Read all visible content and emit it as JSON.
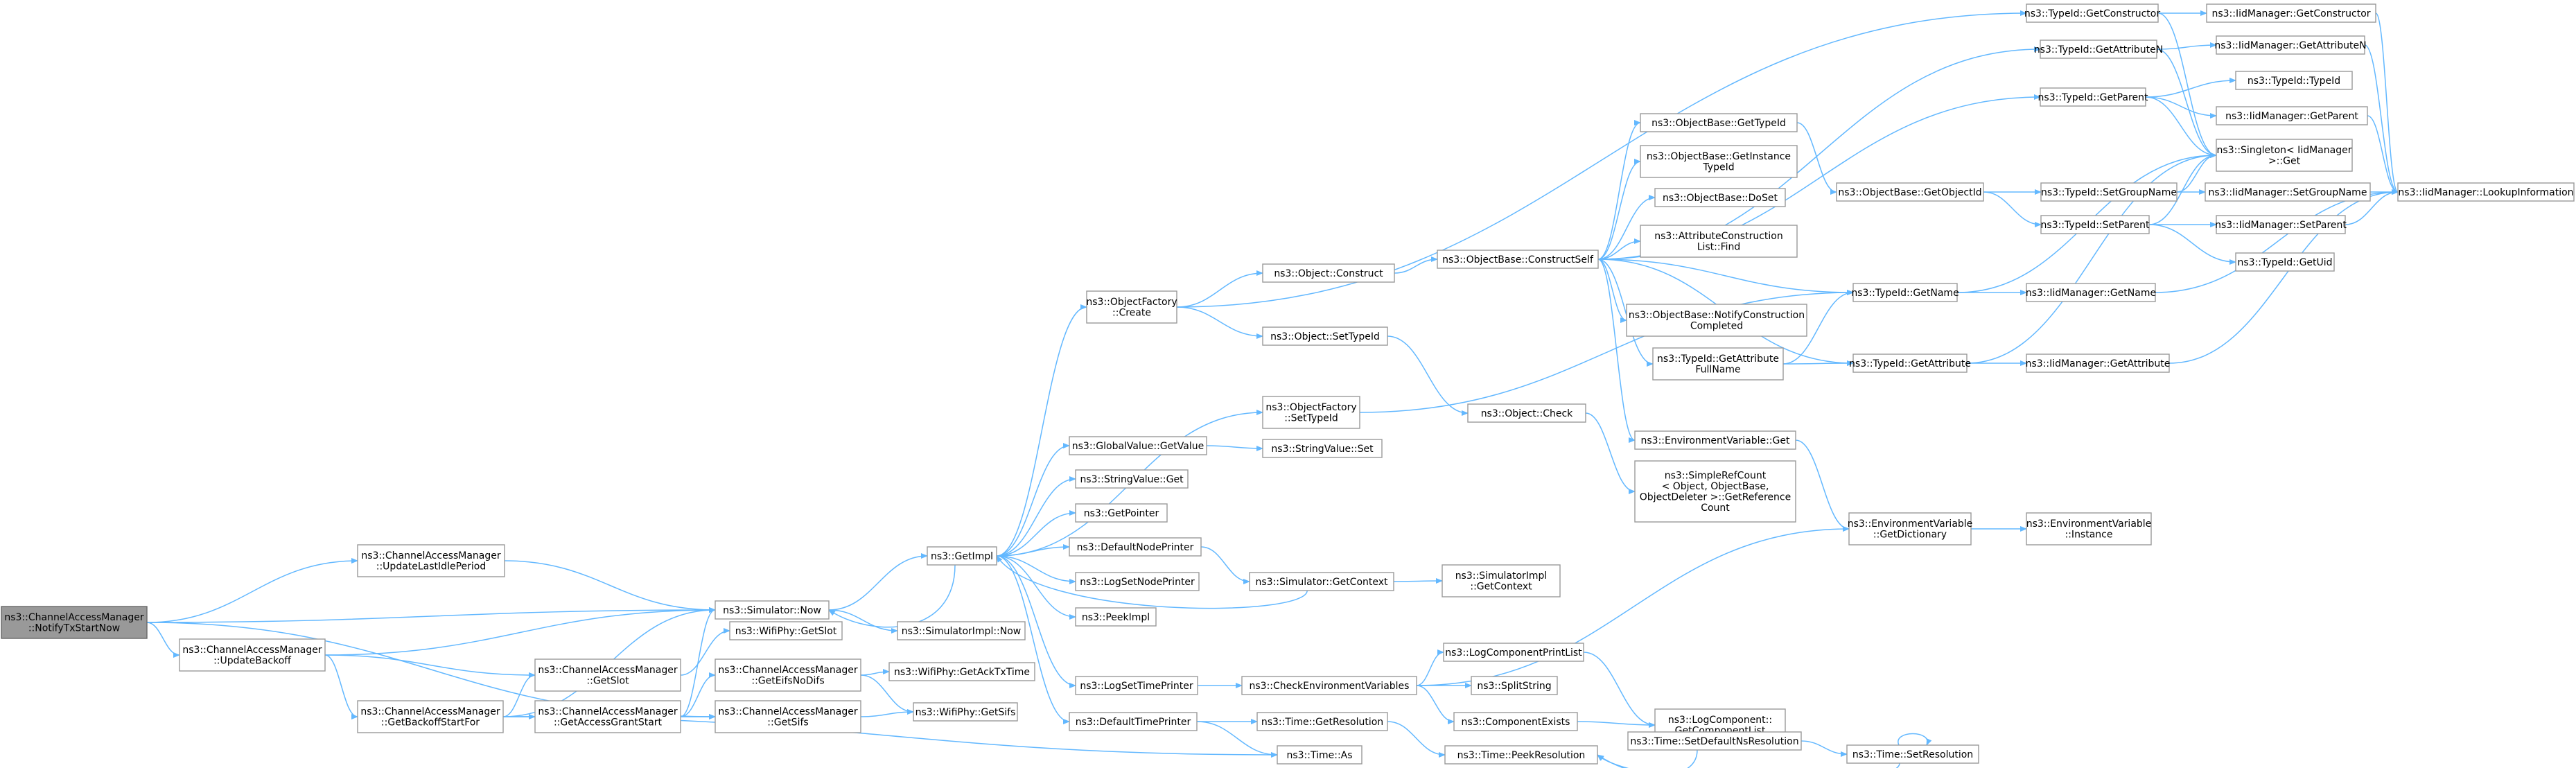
{
  "colors": {
    "edge": "#63b8ff",
    "node_border": "#999999",
    "root_fill": "#999999",
    "node_fill": "#ffffff"
  },
  "nodes": [
    {
      "id": "n0",
      "lines": [
        "ns3::ChannelAccessManager",
        "::NotifyTxStartNow"
      ],
      "root": true
    },
    {
      "id": "n1",
      "lines": [
        "ns3::ChannelAccessManager",
        "::UpdateLastIdlePeriod"
      ]
    },
    {
      "id": "n2",
      "lines": [
        "ns3::Simulator::Now"
      ]
    },
    {
      "id": "n3",
      "lines": [
        "ns3::ChannelAccessManager",
        "::UpdateBackoff"
      ]
    },
    {
      "id": "n4",
      "lines": [
        "ns3::ChannelAccessManager",
        "::GetBackoffStartFor"
      ]
    },
    {
      "id": "n5",
      "lines": [
        "ns3::ChannelAccessManager",
        "::GetSlot"
      ]
    },
    {
      "id": "n6",
      "lines": [
        "ns3::ChannelAccessManager",
        "::GetAccessGrantStart"
      ]
    },
    {
      "id": "n7",
      "lines": [
        "ns3::ChannelAccessManager",
        "::GetSifs"
      ]
    },
    {
      "id": "n8",
      "lines": [
        "ns3::Time::As"
      ]
    },
    {
      "id": "n9",
      "lines": [
        "ns3::WifiPhy::GetSlot"
      ]
    },
    {
      "id": "n10",
      "lines": [
        "ns3::ChannelAccessManager",
        "::GetEifsNoDifs"
      ]
    },
    {
      "id": "n11",
      "lines": [
        "ns3::WifiPhy::GetAckTxTime"
      ]
    },
    {
      "id": "n12",
      "lines": [
        "ns3::WifiPhy::GetSifs"
      ]
    },
    {
      "id": "n13",
      "lines": [
        "ns3::GetImpl"
      ]
    },
    {
      "id": "n14",
      "lines": [
        "ns3::SimulatorImpl::Now"
      ]
    },
    {
      "id": "n15",
      "lines": [
        "ns3::ObjectFactory",
        "::Create"
      ]
    },
    {
      "id": "n16",
      "lines": [
        "ns3::ObjectFactory",
        "::SetTypeId"
      ]
    },
    {
      "id": "n17",
      "lines": [
        "ns3::GlobalValue::GetValue"
      ]
    },
    {
      "id": "n18",
      "lines": [
        "ns3::StringValue::Get"
      ]
    },
    {
      "id": "n19",
      "lines": [
        "ns3::GetPointer"
      ]
    },
    {
      "id": "n20",
      "lines": [
        "ns3::DefaultNodePrinter"
      ]
    },
    {
      "id": "n21",
      "lines": [
        "ns3::LogSetNodePrinter"
      ]
    },
    {
      "id": "n22",
      "lines": [
        "ns3::PeekImpl"
      ]
    },
    {
      "id": "n23",
      "lines": [
        "ns3::LogSetTimePrinter"
      ]
    },
    {
      "id": "n24",
      "lines": [
        "ns3::DefaultTimePrinter"
      ]
    },
    {
      "id": "n25",
      "lines": [
        "ns3::Object::Construct"
      ]
    },
    {
      "id": "n26",
      "lines": [
        "ns3::Object::SetTypeId"
      ]
    },
    {
      "id": "n27",
      "lines": [
        "ns3::StringValue::Set"
      ]
    },
    {
      "id": "n28",
      "lines": [
        "ns3::Simulator::GetContext"
      ]
    },
    {
      "id": "n29",
      "lines": [
        "ns3::CheckEnvironmentVariables"
      ]
    },
    {
      "id": "n30",
      "lines": [
        "ns3::Time::GetResolution"
      ]
    },
    {
      "id": "n31",
      "lines": [
        "ns3::ObjectBase::ConstructSelf"
      ]
    },
    {
      "id": "n32",
      "lines": [
        "ns3::Object::Check"
      ]
    },
    {
      "id": "n33",
      "lines": [
        "ns3::SimulatorImpl",
        "::GetContext"
      ]
    },
    {
      "id": "n34",
      "lines": [
        "ns3::LogComponentPrintList"
      ]
    },
    {
      "id": "n35",
      "lines": [
        "ns3::SplitString"
      ]
    },
    {
      "id": "n36",
      "lines": [
        "ns3::ComponentExists"
      ]
    },
    {
      "id": "n37",
      "lines": [
        "ns3::Time::PeekResolution"
      ]
    },
    {
      "id": "n38",
      "lines": [
        "ns3::ObjectBase::GetTypeId"
      ]
    },
    {
      "id": "n39",
      "lines": [
        "ns3::ObjectBase::GetInstance",
        "TypeId"
      ]
    },
    {
      "id": "n40",
      "lines": [
        "ns3::ObjectBase::DoSet"
      ]
    },
    {
      "id": "n41",
      "lines": [
        "ns3::AttributeConstruction",
        "List::Find"
      ]
    },
    {
      "id": "n42",
      "lines": [
        "ns3::ObjectBase::NotifyConstruction",
        "Completed"
      ]
    },
    {
      "id": "n43",
      "lines": [
        "ns3::TypeId::GetAttribute",
        "FullName"
      ]
    },
    {
      "id": "n44",
      "lines": [
        "ns3::EnvironmentVariable::Get"
      ]
    },
    {
      "id": "n45",
      "lines": [
        "ns3::SimpleRefCount",
        "< Object, ObjectBase,",
        "ObjectDeleter >::GetReference",
        "Count"
      ]
    },
    {
      "id": "n46",
      "lines": [
        "ns3::LogComponent::",
        "GetComponentList"
      ]
    },
    {
      "id": "n47",
      "lines": [
        "ns3::TypeId::GetConstructor"
      ]
    },
    {
      "id": "n48",
      "lines": [
        "ns3::TypeId::GetAttributeN"
      ]
    },
    {
      "id": "n49",
      "lines": [
        "ns3::TypeId::GetParent"
      ]
    },
    {
      "id": "n50",
      "lines": [
        "ns3::ObjectBase::GetObjectId"
      ]
    },
    {
      "id": "n51",
      "lines": [
        "ns3::TypeId::GetName"
      ]
    },
    {
      "id": "n52",
      "lines": [
        "ns3::TypeId::GetAttribute"
      ]
    },
    {
      "id": "n53",
      "lines": [
        "ns3::EnvironmentVariable",
        "::GetDictionary"
      ]
    },
    {
      "id": "n54",
      "lines": [
        "ns3::Time::SetDefaultNsResolution"
      ]
    },
    {
      "id": "n55",
      "lines": [
        "ns3::Time::SetResolution"
      ]
    },
    {
      "id": "n56",
      "lines": [
        "ns3::TypeId::SetGroupName"
      ]
    },
    {
      "id": "n57",
      "lines": [
        "ns3::TypeId::SetParent"
      ]
    },
    {
      "id": "n58",
      "lines": [
        "ns3::IidManager::GetName"
      ]
    },
    {
      "id": "n59",
      "lines": [
        "ns3::IidManager::GetAttribute"
      ]
    },
    {
      "id": "n60",
      "lines": [
        "ns3::EnvironmentVariable",
        "::Instance"
      ]
    },
    {
      "id": "n61",
      "lines": [
        "ns3::IidManager::GetConstructor"
      ]
    },
    {
      "id": "n62",
      "lines": [
        "ns3::IidManager::GetAttributeN"
      ]
    },
    {
      "id": "n63",
      "lines": [
        "ns3::TypeId::TypeId"
      ]
    },
    {
      "id": "n64",
      "lines": [
        "ns3::IidManager::GetParent"
      ]
    },
    {
      "id": "n65",
      "lines": [
        "ns3::Singleton< IidManager",
        ">::Get"
      ]
    },
    {
      "id": "n66",
      "lines": [
        "ns3::IidManager::SetGroupName"
      ]
    },
    {
      "id": "n67",
      "lines": [
        "ns3::IidManager::SetParent"
      ]
    },
    {
      "id": "n68",
      "lines": [
        "ns3::TypeId::GetUid"
      ]
    },
    {
      "id": "n69",
      "lines": [
        "ns3::IidManager::LookupInformation"
      ]
    }
  ],
  "edges": [
    [
      "n0",
      "n1"
    ],
    [
      "n0",
      "n2"
    ],
    [
      "n0",
      "n3"
    ],
    [
      "n0",
      "n7"
    ],
    [
      "n1",
      "n2"
    ],
    [
      "n3",
      "n2"
    ],
    [
      "n3",
      "n4"
    ],
    [
      "n3",
      "n5"
    ],
    [
      "n4",
      "n2"
    ],
    [
      "n4",
      "n5"
    ],
    [
      "n4",
      "n6"
    ],
    [
      "n4",
      "n7"
    ],
    [
      "n4",
      "n8"
    ],
    [
      "n5",
      "n9"
    ],
    [
      "n6",
      "n2"
    ],
    [
      "n6",
      "n10"
    ],
    [
      "n6",
      "n7"
    ],
    [
      "n7",
      "n12"
    ],
    [
      "n10",
      "n11"
    ],
    [
      "n10",
      "n12"
    ],
    [
      "n2",
      "n13"
    ],
    [
      "n2",
      "n14"
    ],
    [
      "n13",
      "n15"
    ],
    [
      "n13",
      "n16"
    ],
    [
      "n13",
      "n17"
    ],
    [
      "n13",
      "n18"
    ],
    [
      "n13",
      "n19"
    ],
    [
      "n13",
      "n20"
    ],
    [
      "n13",
      "n21"
    ],
    [
      "n13",
      "n22"
    ],
    [
      "n13",
      "n23"
    ],
    [
      "n13",
      "n24"
    ],
    [
      "n13",
      "n2"
    ],
    [
      "n15",
      "n47"
    ],
    [
      "n15",
      "n25"
    ],
    [
      "n15",
      "n26"
    ],
    [
      "n16",
      "n51"
    ],
    [
      "n17",
      "n27"
    ],
    [
      "n20",
      "n28"
    ],
    [
      "n23",
      "n29"
    ],
    [
      "n24",
      "n30"
    ],
    [
      "n24",
      "n8"
    ],
    [
      "n28",
      "n13"
    ],
    [
      "n28",
      "n33"
    ],
    [
      "n29",
      "n53"
    ],
    [
      "n29",
      "n34"
    ],
    [
      "n29",
      "n35"
    ],
    [
      "n29",
      "n36"
    ],
    [
      "n30",
      "n37"
    ],
    [
      "n25",
      "n31"
    ],
    [
      "n26",
      "n32"
    ],
    [
      "n32",
      "n45"
    ],
    [
      "n31",
      "n48"
    ],
    [
      "n31",
      "n49"
    ],
    [
      "n31",
      "n38"
    ],
    [
      "n31",
      "n39"
    ],
    [
      "n31",
      "n40"
    ],
    [
      "n31",
      "n41"
    ],
    [
      "n31",
      "n42"
    ],
    [
      "n31",
      "n43"
    ],
    [
      "n31",
      "n44"
    ],
    [
      "n31",
      "n51"
    ],
    [
      "n31",
      "n52"
    ],
    [
      "n34",
      "n46"
    ],
    [
      "n36",
      "n46"
    ],
    [
      "n38",
      "n50"
    ],
    [
      "n43",
      "n51"
    ],
    [
      "n43",
      "n52"
    ],
    [
      "n44",
      "n53"
    ],
    [
      "n50",
      "n56"
    ],
    [
      "n50",
      "n57"
    ],
    [
      "n51",
      "n58"
    ],
    [
      "n51",
      "n65"
    ],
    [
      "n52",
      "n59"
    ],
    [
      "n52",
      "n65"
    ],
    [
      "n53",
      "n60"
    ],
    [
      "n54",
      "n55"
    ],
    [
      "n54",
      "n37"
    ],
    [
      "n55",
      "n55"
    ],
    [
      "n55",
      "n37"
    ],
    [
      "n47",
      "n61"
    ],
    [
      "n47",
      "n65"
    ],
    [
      "n48",
      "n62"
    ],
    [
      "n48",
      "n65"
    ],
    [
      "n49",
      "n63"
    ],
    [
      "n49",
      "n64"
    ],
    [
      "n49",
      "n65"
    ],
    [
      "n56",
      "n66"
    ],
    [
      "n56",
      "n65"
    ],
    [
      "n57",
      "n67"
    ],
    [
      "n57",
      "n68"
    ],
    [
      "n57",
      "n65"
    ],
    [
      "n58",
      "n69"
    ],
    [
      "n59",
      "n69"
    ],
    [
      "n61",
      "n69"
    ],
    [
      "n62",
      "n69"
    ],
    [
      "n64",
      "n69"
    ],
    [
      "n66",
      "n69"
    ],
    [
      "n67",
      "n69"
    ]
  ]
}
